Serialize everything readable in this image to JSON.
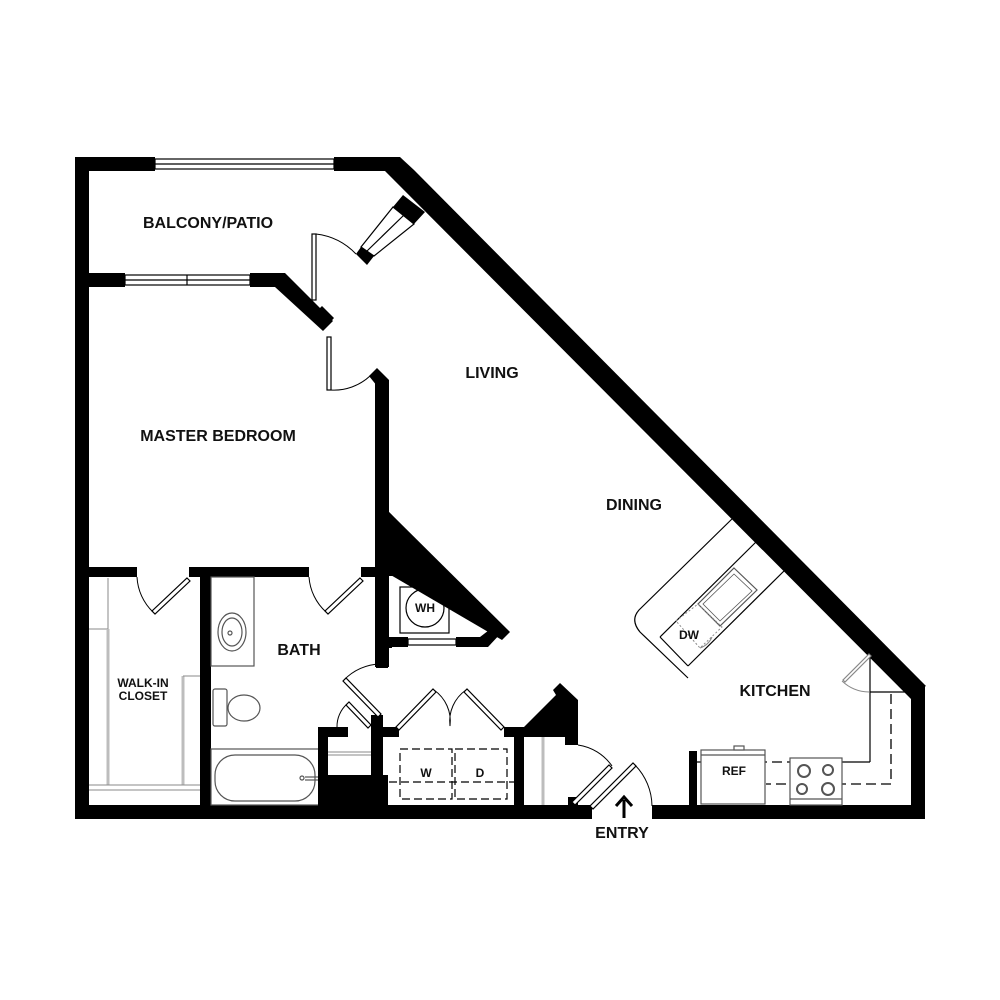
{
  "floorplan": {
    "rooms": {
      "balcony": "BALCONY/PATIO",
      "master_bedroom": "MASTER BEDROOM",
      "living": "LIVING",
      "dining": "DINING",
      "kitchen": "KITCHEN",
      "bath": "BATH",
      "walk_in_closet_line1": "WALK-IN",
      "walk_in_closet_line2": "CLOSET"
    },
    "fixtures": {
      "water_heater": "WH",
      "dishwasher": "DW",
      "refrigerator": "REF",
      "washer": "W",
      "dryer": "D"
    },
    "entry": {
      "label": "ENTRY",
      "arrow": "up-arrow-icon"
    },
    "colors": {
      "wall": "#000000",
      "background": "#ffffff",
      "fixture_line": "#555555"
    }
  }
}
